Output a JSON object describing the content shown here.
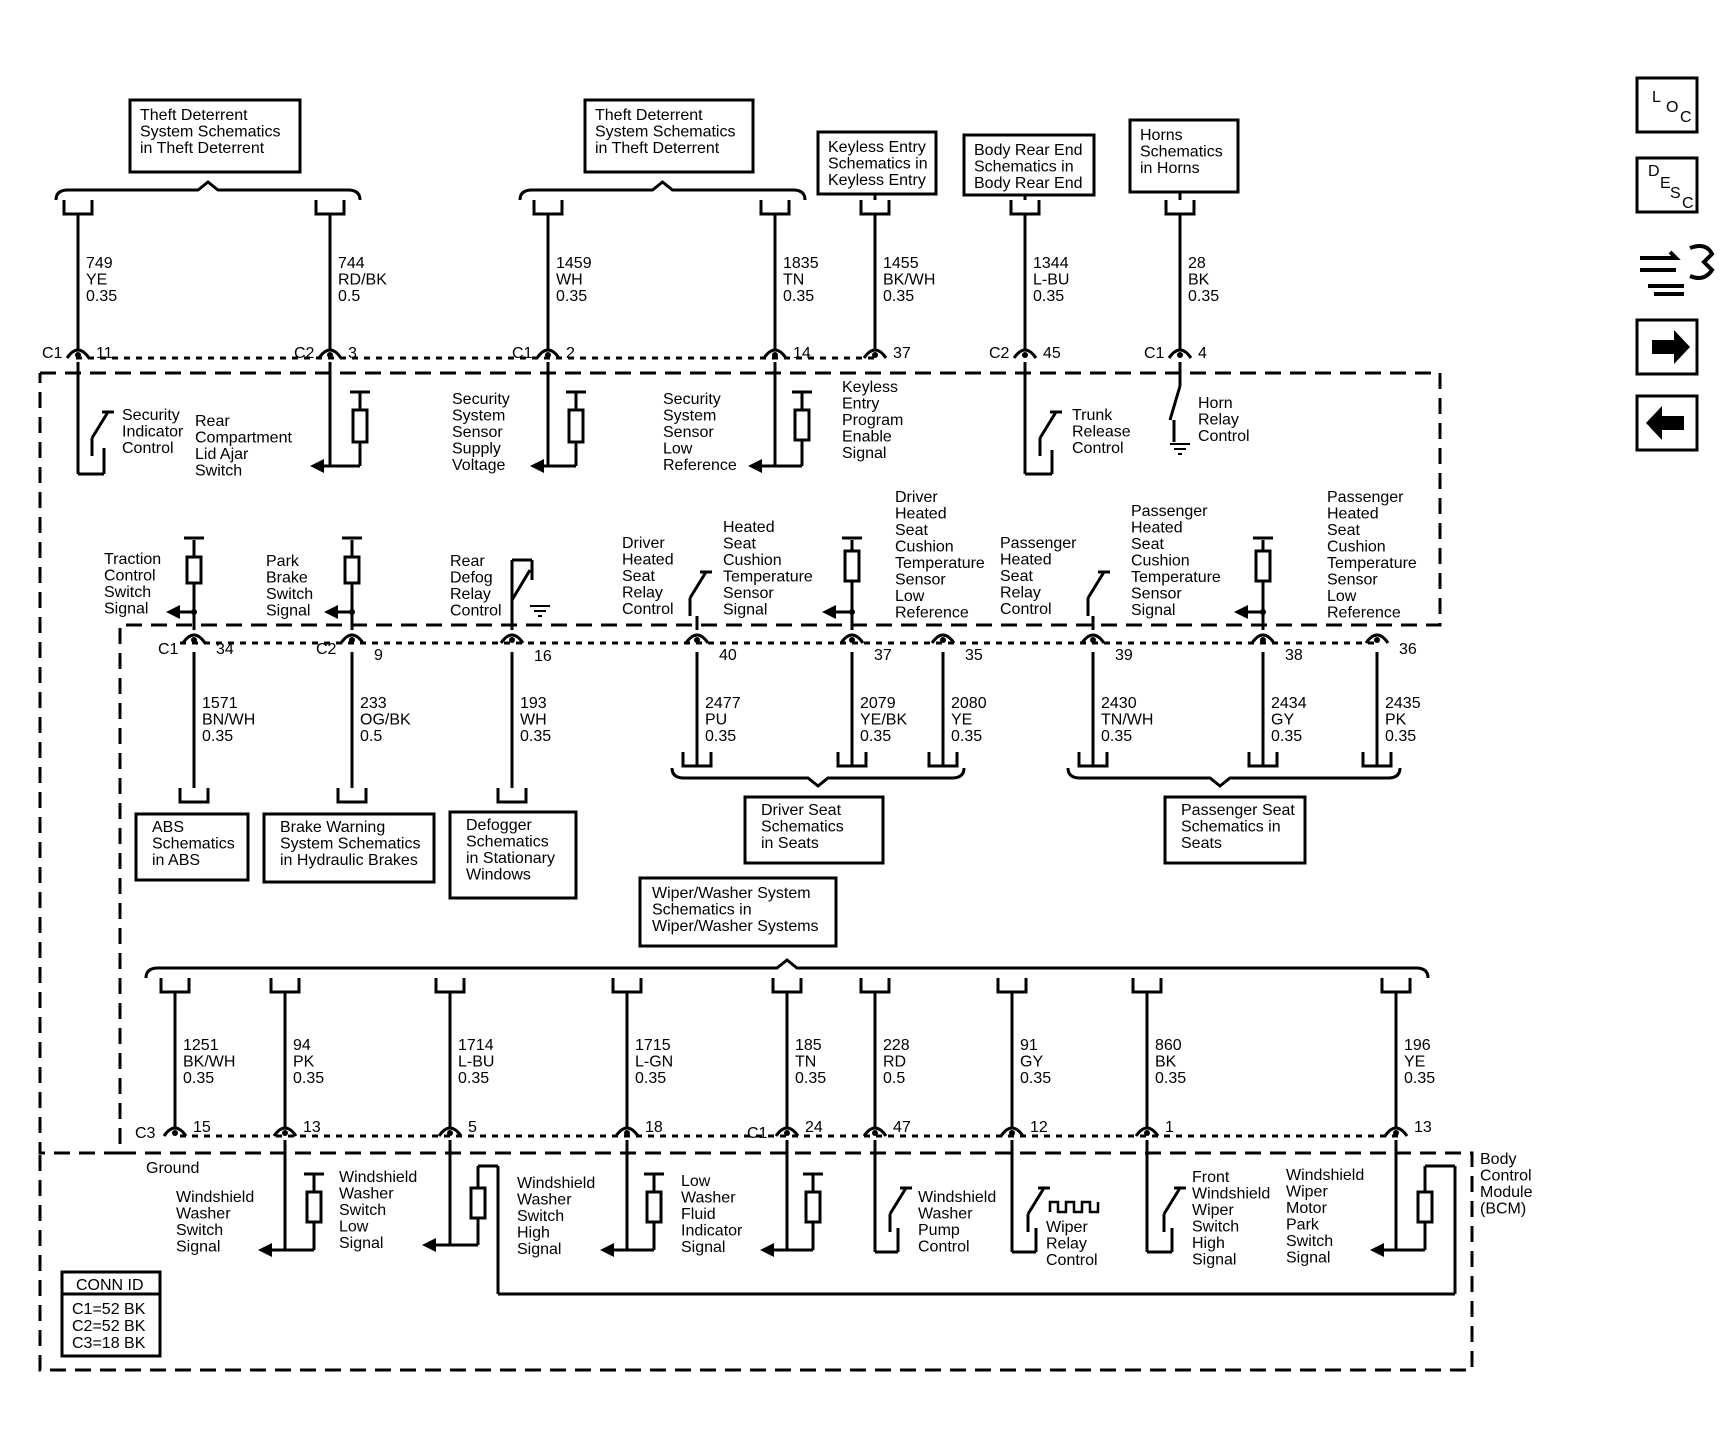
{
  "module": {
    "name_lines": [
      "Body",
      "Control",
      "Module",
      "(BCM)"
    ]
  },
  "nav": {
    "loc": [
      "L",
      "O",
      "C"
    ],
    "desc": [
      "D",
      "E",
      "S",
      "C"
    ],
    "icons": [
      "loc-button",
      "desc-button",
      "connector-swap-icon",
      "forward-arrow-icon",
      "back-arrow-icon"
    ]
  },
  "conn_id": {
    "title": "CONN ID",
    "lines": [
      "C1=52 BK",
      "C2=52 BK",
      "C3=18 BK"
    ]
  },
  "top_boxes": [
    [
      "Theft Deterrent",
      "System Schematics",
      "in Theft Deterrent"
    ],
    [
      "Theft Deterrent",
      "System Schematics",
      "in Theft Deterrent"
    ],
    [
      "Keyless Entry",
      "Schematics in",
      "Keyless Entry"
    ],
    [
      "Body Rear End",
      "Schematics in",
      "Body Rear End"
    ],
    [
      "Horns",
      "Schematics",
      "in Horns"
    ]
  ],
  "top_wires": [
    {
      "conn": "C1",
      "pin": "11",
      "circuit": [
        "749",
        "YE",
        "0.35"
      ],
      "desc": [
        "Security",
        "Indicator",
        "Control"
      ]
    },
    {
      "conn": "C2",
      "pin": "3",
      "circuit": [
        "744",
        "RD/BK",
        "0.5"
      ],
      "desc": [
        "Rear",
        "Compartment",
        "Lid Ajar",
        "Switch"
      ]
    },
    {
      "conn": "C1",
      "pin": "2",
      "circuit": [
        "1459",
        "WH",
        "0.35"
      ],
      "desc": [
        "Security",
        "System",
        "Sensor",
        "Supply",
        "Voltage"
      ]
    },
    {
      "conn": "",
      "pin": "14",
      "circuit": [
        "1835",
        "TN",
        "0.35"
      ],
      "desc": [
        "Security",
        "System",
        "Sensor",
        "Low",
        "Reference"
      ]
    },
    {
      "conn": "",
      "pin": "37",
      "circuit": [
        "1455",
        "BK/WH",
        "0.35"
      ],
      "desc": [
        "Keyless",
        "Entry",
        "Program",
        "Enable",
        "Signal"
      ]
    },
    {
      "conn": "C2",
      "pin": "45",
      "circuit": [
        "1344",
        "L-BU",
        "0.35"
      ],
      "desc": [
        "Trunk",
        "Release",
        "Control"
      ]
    },
    {
      "conn": "C1",
      "pin": "4",
      "circuit": [
        "28",
        "BK",
        "0.35"
      ],
      "desc": [
        "Horn",
        "Relay",
        "Control"
      ]
    }
  ],
  "mid_wires": [
    {
      "conn": "C1",
      "pin": "34",
      "circuit": [
        "1571",
        "BN/WH",
        "0.35"
      ],
      "desc": [
        "Traction",
        "Control",
        "Switch",
        "Signal"
      ]
    },
    {
      "conn": "C2",
      "pin": "9",
      "circuit": [
        "233",
        "OG/BK",
        "0.5"
      ],
      "desc": [
        "Park",
        "Brake",
        "Switch",
        "Signal"
      ]
    },
    {
      "conn": "",
      "pin": "16",
      "circuit": [
        "193",
        "WH",
        "0.35"
      ],
      "desc": [
        "Rear",
        "Defog",
        "Relay",
        "Control"
      ]
    },
    {
      "conn": "",
      "pin": "40",
      "circuit": [
        "2477",
        "PU",
        "0.35"
      ],
      "desc": [
        "Driver",
        "Heated",
        "Seat",
        "Relay",
        "Control"
      ]
    },
    {
      "conn": "",
      "pin": "37",
      "circuit": [
        "2079",
        "YE/BK",
        "0.35"
      ],
      "desc": [
        "Heated",
        "Seat",
        "Cushion",
        "Temperature",
        "Sensor",
        "Signal"
      ]
    },
    {
      "conn": "",
      "pin": "35",
      "circuit": [
        "2080",
        "YE",
        "0.35"
      ],
      "desc": [
        "Driver",
        "Heated",
        "Seat",
        "Cushion",
        "Temperature",
        "Sensor",
        "Low",
        "Reference"
      ]
    },
    {
      "conn": "",
      "pin": "39",
      "circuit": [
        "2430",
        "TN/WH",
        "0.35"
      ],
      "desc": [
        "Passenger",
        "Heated",
        "Seat",
        "Relay",
        "Control"
      ]
    },
    {
      "conn": "",
      "pin": "38",
      "circuit": [
        "2434",
        "GY",
        "0.35"
      ],
      "desc": [
        "Passenger",
        "Heated",
        "Seat",
        "Cushion",
        "Temperature",
        "Sensor",
        "Signal"
      ]
    },
    {
      "conn": "",
      "pin": "36",
      "circuit": [
        "2435",
        "PK",
        "0.35"
      ],
      "desc": [
        "Passenger",
        "Heated",
        "Seat",
        "Cushion",
        "Temperature",
        "Sensor",
        "Low",
        "Reference"
      ]
    }
  ],
  "mid_boxes": [
    [
      "ABS",
      "Schematics",
      "in ABS"
    ],
    [
      "Brake Warning",
      "System Schematics",
      "in Hydraulic Brakes"
    ],
    [
      "Defogger",
      "Schematics",
      "in Stationary",
      "Windows"
    ],
    [
      "Driver Seat",
      "Schematics",
      "in Seats"
    ],
    [
      "Passenger Seat",
      "Schematics in",
      "Seats"
    ]
  ],
  "wiper_box": [
    "Wiper/Washer System",
    "Schematics in",
    "Wiper/Washer Systems"
  ],
  "bottom_wires": [
    {
      "conn": "C3",
      "pin": "15",
      "circuit": [
        "1251",
        "BK/WH",
        "0.35"
      ],
      "desc": [
        "Ground"
      ]
    },
    {
      "conn": "",
      "pin": "13",
      "circuit": [
        "94",
        "PK",
        "0.35"
      ],
      "desc": [
        "Windshield",
        "Washer",
        "Switch",
        "Signal"
      ]
    },
    {
      "conn": "",
      "pin": "5",
      "circuit": [
        "1714",
        "L-BU",
        "0.35"
      ],
      "desc": [
        "Windshield",
        "Washer",
        "Switch",
        "Low",
        "Signal"
      ]
    },
    {
      "conn": "",
      "pin": "18",
      "circuit": [
        "1715",
        "L-GN",
        "0.35"
      ],
      "desc": [
        "Windshield",
        "Washer",
        "Switch",
        "High",
        "Signal"
      ]
    },
    {
      "conn": "C1",
      "pin": "24",
      "circuit": [
        "185",
        "TN",
        "0.35"
      ],
      "desc": [
        "Low",
        "Washer",
        "Fluid",
        "Indicator",
        "Signal"
      ]
    },
    {
      "conn": "",
      "pin": "47",
      "circuit": [
        "228",
        "RD",
        "0.5"
      ],
      "desc": [
        "Windshield",
        "Washer",
        "Pump",
        "Control"
      ]
    },
    {
      "conn": "",
      "pin": "12",
      "circuit": [
        "91",
        "GY",
        "0.35"
      ],
      "desc": [
        "Wiper",
        "Relay",
        "Control"
      ]
    },
    {
      "conn": "",
      "pin": "1",
      "circuit": [
        "860",
        "BK",
        "0.35"
      ],
      "desc": [
        "Front",
        "Windshield",
        "Wiper",
        "Switch",
        "High",
        "Signal"
      ]
    },
    {
      "conn": "",
      "pin": "13",
      "circuit": [
        "196",
        "YE",
        "0.35"
      ],
      "desc": [
        "Windshield",
        "Wiper",
        "Motor",
        "Park",
        "Switch",
        "Signal"
      ]
    }
  ]
}
